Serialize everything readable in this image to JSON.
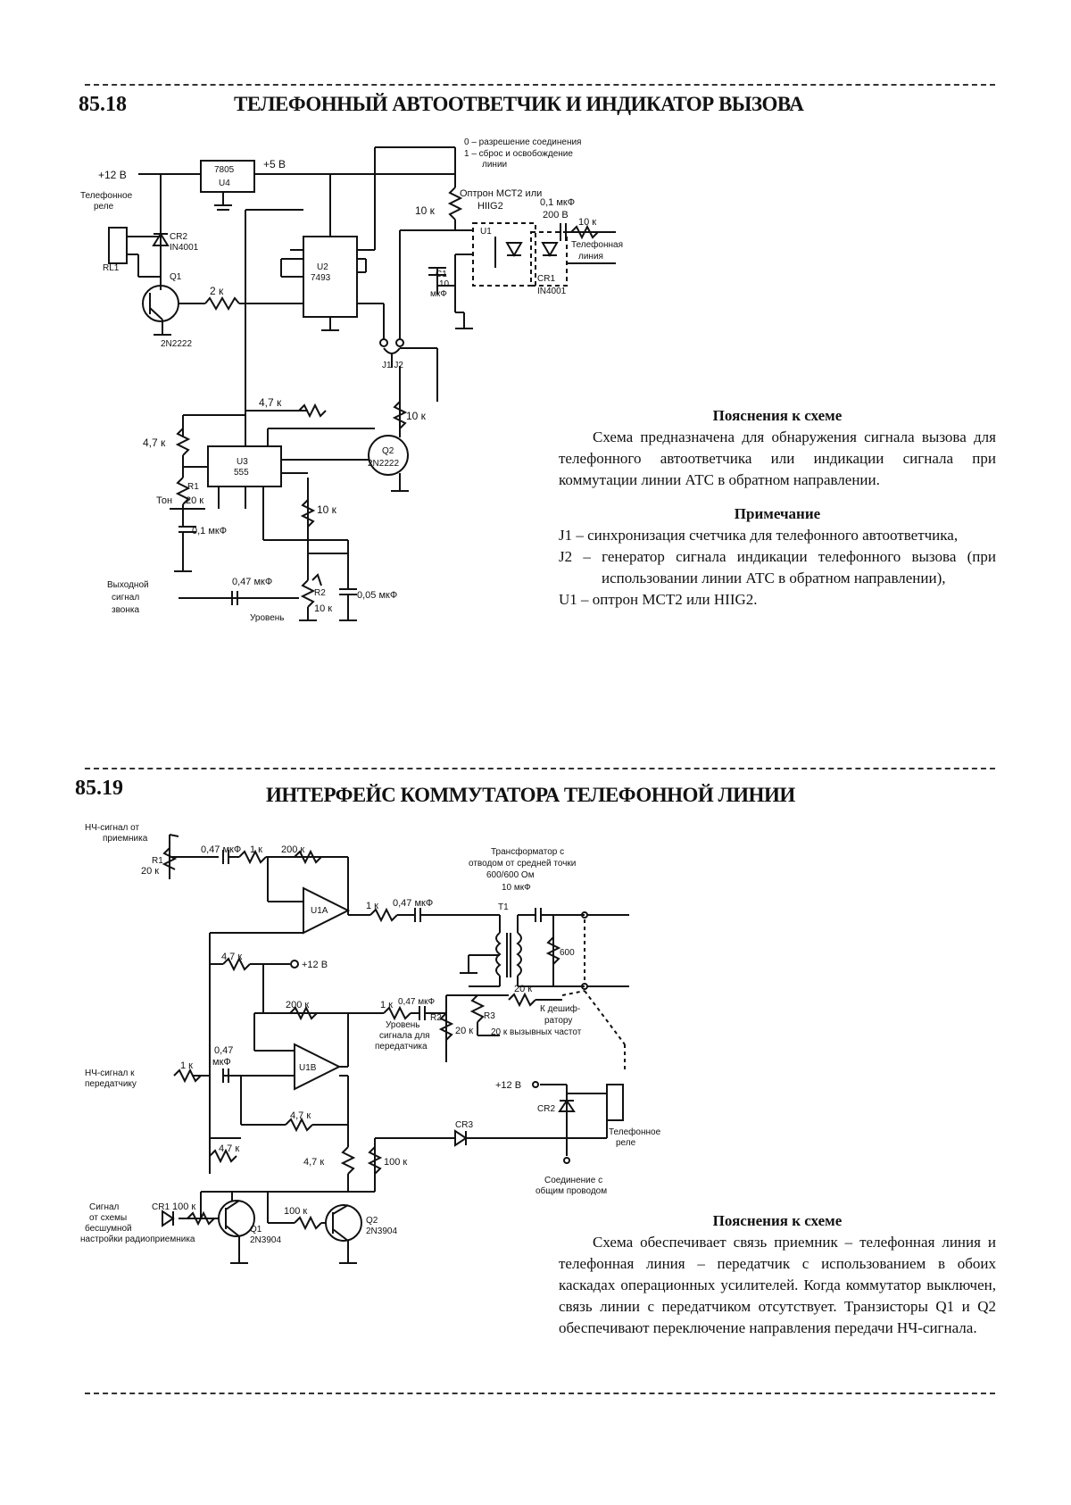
{
  "section1": {
    "number": "85.18",
    "title": "ТЕЛЕФОННЫЙ АВТООТВЕТЧИК И ИНДИКАТОР ВЫЗОВА",
    "explanation_title": "Пояснения к схеме",
    "explanation": "Схема предназначена для обнаружения сигнала вызова для телефонного автоответчика или индикации сигнала при коммутации линии АТС в обратном направлении.",
    "note_title": "Примечание",
    "notes": [
      "J1 – синхронизация счетчика для телефонного автоответчика,",
      "J2 – генератор сигнала индикации телефонного вызова (при использовании линии АТС в обратном направлении),",
      "U1 – оптрон МСТ2 или HIIG2."
    ],
    "labels": {
      "v12": "+12 В",
      "v5": "+5 В",
      "reg": "7805",
      "reg_id": "U4",
      "relay": "Телефонное",
      "relay2": "реле",
      "rl1": "RL1",
      "cr2": "CR2",
      "cr2_type": "IN4001",
      "q1": "Q1",
      "q1_type": "2N2222",
      "r_2k": "2 к",
      "u2": "U2",
      "u2_type": "7493",
      "ctrl0": "0 – разрешение соединения",
      "ctrl1": "1 – сброс и освобождение",
      "ctrl1b": "линии",
      "opto": "Оптрон МСТ2 или",
      "opto2": "HIIG2",
      "r_10k": "10 к",
      "c_01": "0,1 мкФ",
      "v200": "200 В",
      "r_10k2": "10 к",
      "line": "Телефонная",
      "line2": "линия",
      "cr1": "CR1",
      "cr1_type": "IN4001",
      "c1": "C1",
      "c1_val": "10",
      "c1_unit": "мкФ",
      "u1": "U1",
      "j": "J1  J2",
      "r47": "4,7 к",
      "r47b": "4,7 к",
      "u3": "U3",
      "u3_type": "555",
      "r1": "R1",
      "tone": "Тон",
      "r20": "20 к",
      "c01": "0,1 мкФ",
      "q2": "Q2",
      "q2_type": "2N2222",
      "r10k_q2": "10 к",
      "r10k_b": "10 к",
      "out": "Выходной",
      "out2": "сигнал",
      "out3": "звонка",
      "c047": "0,47 мкФ",
      "r2": "R2",
      "r2_val": "10 к",
      "level": "Уровень",
      "c005": "0,05 мкФ"
    }
  },
  "section2": {
    "number": "85.19",
    "title": "ИНТЕРФЕЙС КОММУТАТОРА ТЕЛЕФОННОЙ ЛИНИИ",
    "explanation_title": "Пояснения к схеме",
    "explanation": "Схема обеспечивает связь приемник – телефонная линия и телефонная линия – передатчик с использованием в обоих каскадах операционных усилителей. Когда коммутатор выключен, связь линии с передатчиком отсутствует. Транзисторы Q1 и Q2 обеспечивают переключение направления передачи НЧ-сигнала.",
    "labels": {
      "in": "НЧ-сигнал от",
      "in2": "приемника",
      "r1": "R1",
      "r1_val": "20 к",
      "c047": "0,47 мкФ",
      "r1k": "1 к",
      "r200": "200 к",
      "u1a": "U1A",
      "r1k2": "1 к",
      "c047b": "0,47 мкФ",
      "xf": "Трансформатор с",
      "xf2": "отводом от средней точки",
      "xf3": "600/600 Ом",
      "c10": "10 мкФ",
      "t1": "T1",
      "r600": "600",
      "r47": "4,7 к",
      "v12": "+12 В",
      "r200b": "200 к",
      "r1k3": "1 к",
      "c047c": "0,47 мкФ",
      "r20": "20 к",
      "r20b": "20 к",
      "dec": "К дешиф-",
      "dec2": "ратору",
      "dec3": "20 к вызывных частот",
      "lvl": "Уровень",
      "lvl2": "сигнала для",
      "lvl3": "передатчика",
      "r2": "R2",
      "r3": "R3",
      "out": "НЧ-сигнал к",
      "out2": "передатчику",
      "r1k4": "1 к",
      "c047d": "0,47",
      "c047d2": "мкФ",
      "u1b": "U1B",
      "r47b": "4,7 к",
      "v12b": "+12 В",
      "cr2": "CR2",
      "relay": "Телефонное",
      "relay2": "реле",
      "cr3": "CR3",
      "r47c": "4,7 к",
      "r47d": "4,7 к",
      "r100": "100 к",
      "gnd": "Соединение с",
      "gnd2": "общим проводом",
      "sq": "Сигнал",
      "sq2": "от схемы",
      "sq3": "бесшумной",
      "sq4": "настройки радиоприемника",
      "cr1": "CR1",
      "r100b": "100 к",
      "r100c": "100 к",
      "q1": "Q1",
      "q1_type": "2N3904",
      "q2": "Q2",
      "q2_type": "2N3904"
    }
  }
}
